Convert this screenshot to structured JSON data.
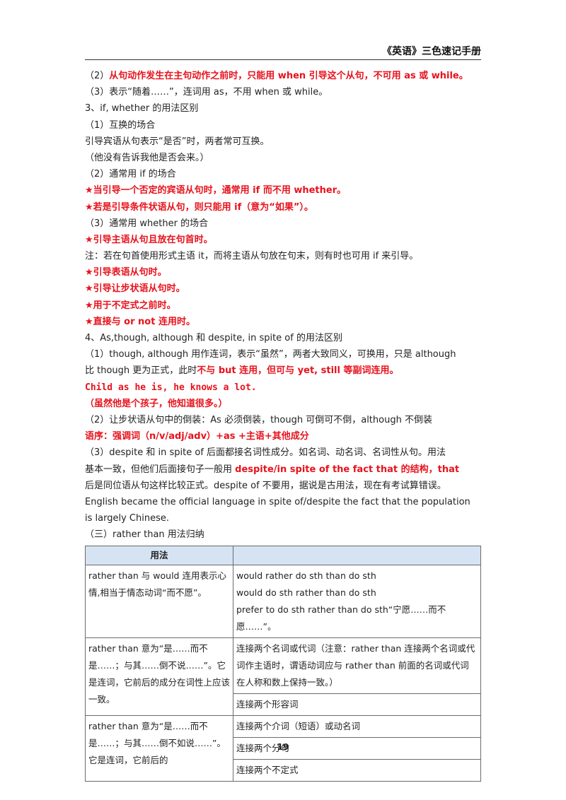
{
  "header": {
    "title": "《英语》三色速记手册"
  },
  "lines": [
    {
      "segments": [
        {
          "t": "（2）",
          "red": false
        },
        {
          "t": "从句动作发生在主句动作之前时，只能用 when 引导这个从句，不可用 as 或 while。",
          "red": true
        }
      ]
    },
    {
      "segments": [
        {
          "t": "（3）表示“随着……”，连词用 as，不用 when 或 while。",
          "red": false
        }
      ]
    },
    {
      "segments": [
        {
          "t": "3、if, whether 的用法区别",
          "red": false
        }
      ]
    },
    {
      "segments": [
        {
          "t": "（1）互换的场合",
          "red": false
        }
      ]
    },
    {
      "segments": [
        {
          "t": "引导宾语从句表示“是否”时，两者常可互换。",
          "red": false
        }
      ]
    },
    {
      "segments": [
        {
          "t": "（他没有告诉我他是否会来。）",
          "red": false
        }
      ]
    },
    {
      "segments": [
        {
          "t": "（2）通常用 if 的场合",
          "red": false
        }
      ]
    },
    {
      "segments": [
        {
          "t": "★当引导一个否定的宾语从句时，通常用 if 而不用 whether。",
          "red": true
        }
      ]
    },
    {
      "segments": [
        {
          "t": "★若是引导条件状语从句，则只能用 if（意为“如果”）。",
          "red": true
        }
      ]
    },
    {
      "segments": [
        {
          "t": "（3）通常用 whether 的场合",
          "red": false
        }
      ]
    },
    {
      "segments": [
        {
          "t": "★引导主语从句且放在句首时。",
          "red": true
        }
      ]
    },
    {
      "segments": [
        {
          "t": "注：若在句首使用形式主语 it，而将主语从句放在句末，则有时也可用 if 来引导。",
          "red": false
        }
      ]
    },
    {
      "segments": [
        {
          "t": "★引导表语从句时。",
          "red": true
        }
      ]
    },
    {
      "segments": [
        {
          "t": "★引导让步状语从句时。",
          "red": true
        }
      ]
    },
    {
      "segments": [
        {
          "t": "★用于不定式之前时。",
          "red": true
        }
      ]
    },
    {
      "segments": [
        {
          "t": "★直接与 or not 连用时。",
          "red": true
        }
      ]
    },
    {
      "segments": [
        {
          "t": "4、As,though, although 和 despite, in spite of 的用法区别",
          "red": false
        }
      ]
    },
    {
      "segments": [
        {
          "t": "（1）though, although 用作连词，表示“虽然”，两者大致同义，可换用，只是 although",
          "red": false
        }
      ]
    },
    {
      "segments": [
        {
          "t": "比 though 更为正式，此时",
          "red": false
        },
        {
          "t": "不与 but 连用，但可与 yet, still 等副词连用。",
          "red": true
        }
      ]
    },
    {
      "segments": [
        {
          "t": "Child as he is, he knows a lot.",
          "red": true,
          "mono": true
        }
      ]
    },
    {
      "segments": [
        {
          "t": "（虽然他是个孩子，他知道很多。）",
          "red": true
        }
      ]
    },
    {
      "segments": [
        {
          "t": "（2）让步状语从句中的倒装：As 必须倒装，though 可倒可不倒，although 不倒装",
          "red": false
        }
      ]
    },
    {
      "segments": [
        {
          "t": "语序：强调词（n/v/adj/adv）+as +主语+其他成分",
          "red": true
        }
      ]
    },
    {
      "segments": [
        {
          "t": "（3）despite 和 in spite of 后面都接名词性成分。如名词、动名词、名词性从句。用法",
          "red": false
        }
      ]
    },
    {
      "segments": [
        {
          "t": "基本一致，但他们后面接句子一般用 ",
          "red": false
        },
        {
          "t": "despite/in spite of the fact that 的结构，that",
          "red": true
        }
      ]
    },
    {
      "segments": [
        {
          "t": "后是同位语从句这样比较正式。despite of 不要用，据说是古用法，现在有考试算错误。",
          "red": false
        }
      ]
    },
    {
      "segments": [
        {
          "t": "English became the official language in spite of/despite the fact that the population",
          "red": false
        }
      ]
    },
    {
      "segments": [
        {
          "t": "is largely Chinese.",
          "red": false
        }
      ]
    },
    {
      "segments": [
        {
          "t": "（三）rather than 用法归纳",
          "red": false
        }
      ]
    }
  ],
  "table": {
    "header": {
      "col1": "用法",
      "col2": ""
    },
    "rows": [
      {
        "left": "rather than 与 would 连用表示心情,相当于情态动词“而不愿”。",
        "right": [
          "would rather do sth than do sth",
          "would do sth rather than do sth",
          "prefer to do sth rather than do sth“宁愿……而不愿……”。"
        ]
      },
      {
        "left": "rather than 意为“是……而不是……；与其……倒不说……”。它是连词，它前后的成分在词性上应该一致。",
        "right": [
          "连接两个名词或代词（注意：rather than 连接两个名词或代词作主语时，谓语动词应与 rather than 前面的名词或代词在人称和数上保持一致。）",
          "连接两个形容词"
        ]
      },
      {
        "left": "rather than 意为“是……而不是……；与其……倒不如说……”。它是连词，它前后的",
        "right": [
          "连接两个介词（短语）或动名词",
          "连接两个分句",
          "连接两个不定式"
        ]
      }
    ]
  },
  "footer": {
    "page_number": "19"
  }
}
